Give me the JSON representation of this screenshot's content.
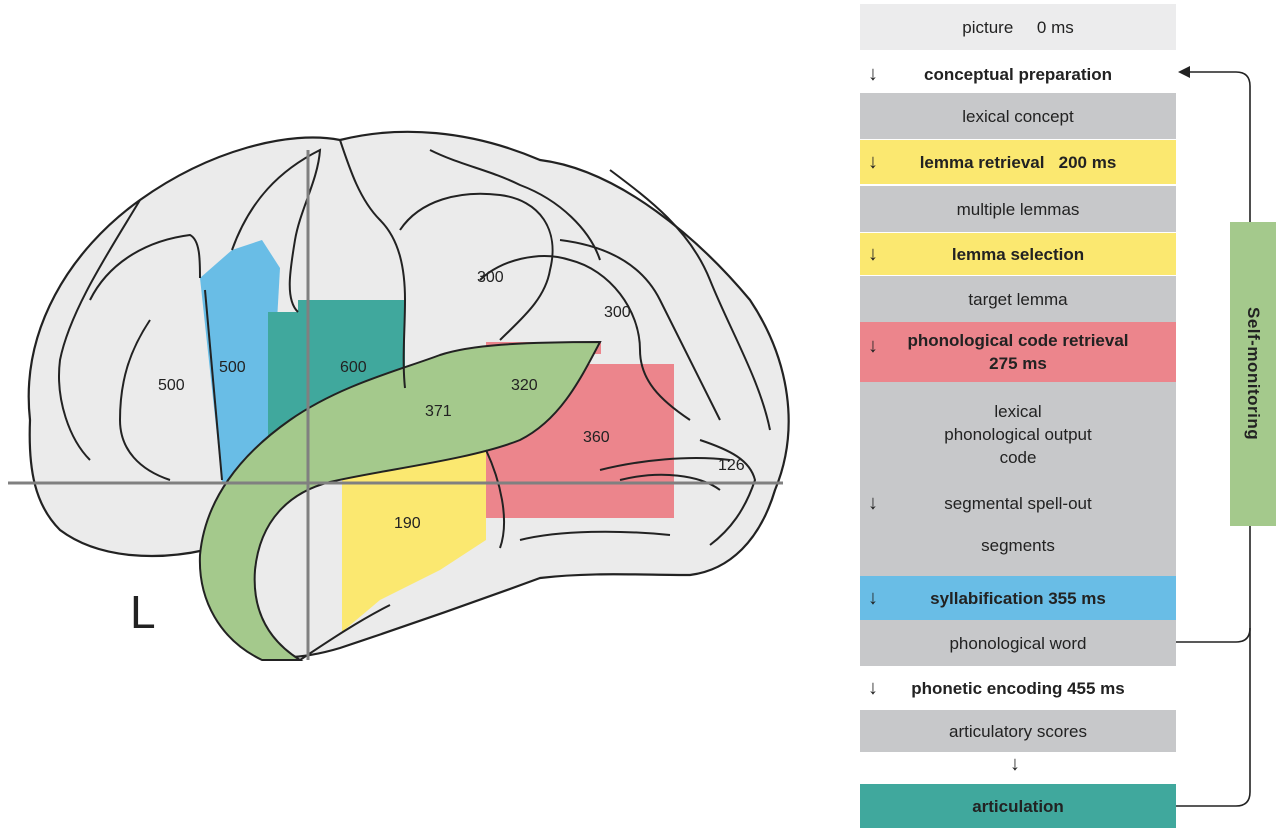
{
  "brain": {
    "hemisphere": "L",
    "regions": [
      {
        "id": "frontal-500",
        "label": "500"
      },
      {
        "id": "blue-500",
        "label": "500",
        "color": "#69bde6"
      },
      {
        "id": "teal-600",
        "label": "600",
        "color": "#40a89d"
      },
      {
        "id": "green-371",
        "label": "371",
        "color": "#a4c98c"
      },
      {
        "id": "stripe-320",
        "label": "320",
        "color": "#ec858c"
      },
      {
        "id": "red-360",
        "label": "360",
        "color": "#ec858c"
      },
      {
        "id": "yellow-190",
        "label": "190",
        "color": "#fbe870"
      },
      {
        "id": "parietal-300",
        "label": "300"
      },
      {
        "id": "parietal-300b",
        "label": "300"
      },
      {
        "id": "occipital-126",
        "label": "126"
      }
    ]
  },
  "stages": {
    "picture": "picture     0 ms",
    "conceptual_preparation": "conceptual preparation",
    "lexical_concept": "lexical concept",
    "lemma_retrieval": "lemma retrieval   200 ms",
    "multiple_lemmas": "multiple lemmas",
    "lemma_selection": "lemma selection",
    "target_lemma": "target lemma",
    "phon_code_retrieval_1": "phonological code retrieval",
    "phon_code_retrieval_2": "275 ms",
    "lexical_output_1": "lexical",
    "lexical_output_2": "phonological output",
    "lexical_output_3": "code",
    "segmental_spellout": "segmental spell-out",
    "segments": "segments",
    "syllabification": "syllabification 355 ms",
    "phonological_word": "phonological word",
    "phonetic_encoding": "phonetic encoding 455 ms",
    "articulatory_scores": "articulatory scores",
    "articulation": "articulation"
  },
  "self_monitoring": "Self-monitoring",
  "arrow_glyph": "↓",
  "colors": {
    "gray": "#c7c8ca",
    "light_gray": "#ececed",
    "yellow": "#fbe870",
    "red": "#ec858c",
    "blue": "#69bde6",
    "teal": "#40a89d",
    "green": "#a4c98c",
    "brain_fill": "#ebebeb"
  }
}
